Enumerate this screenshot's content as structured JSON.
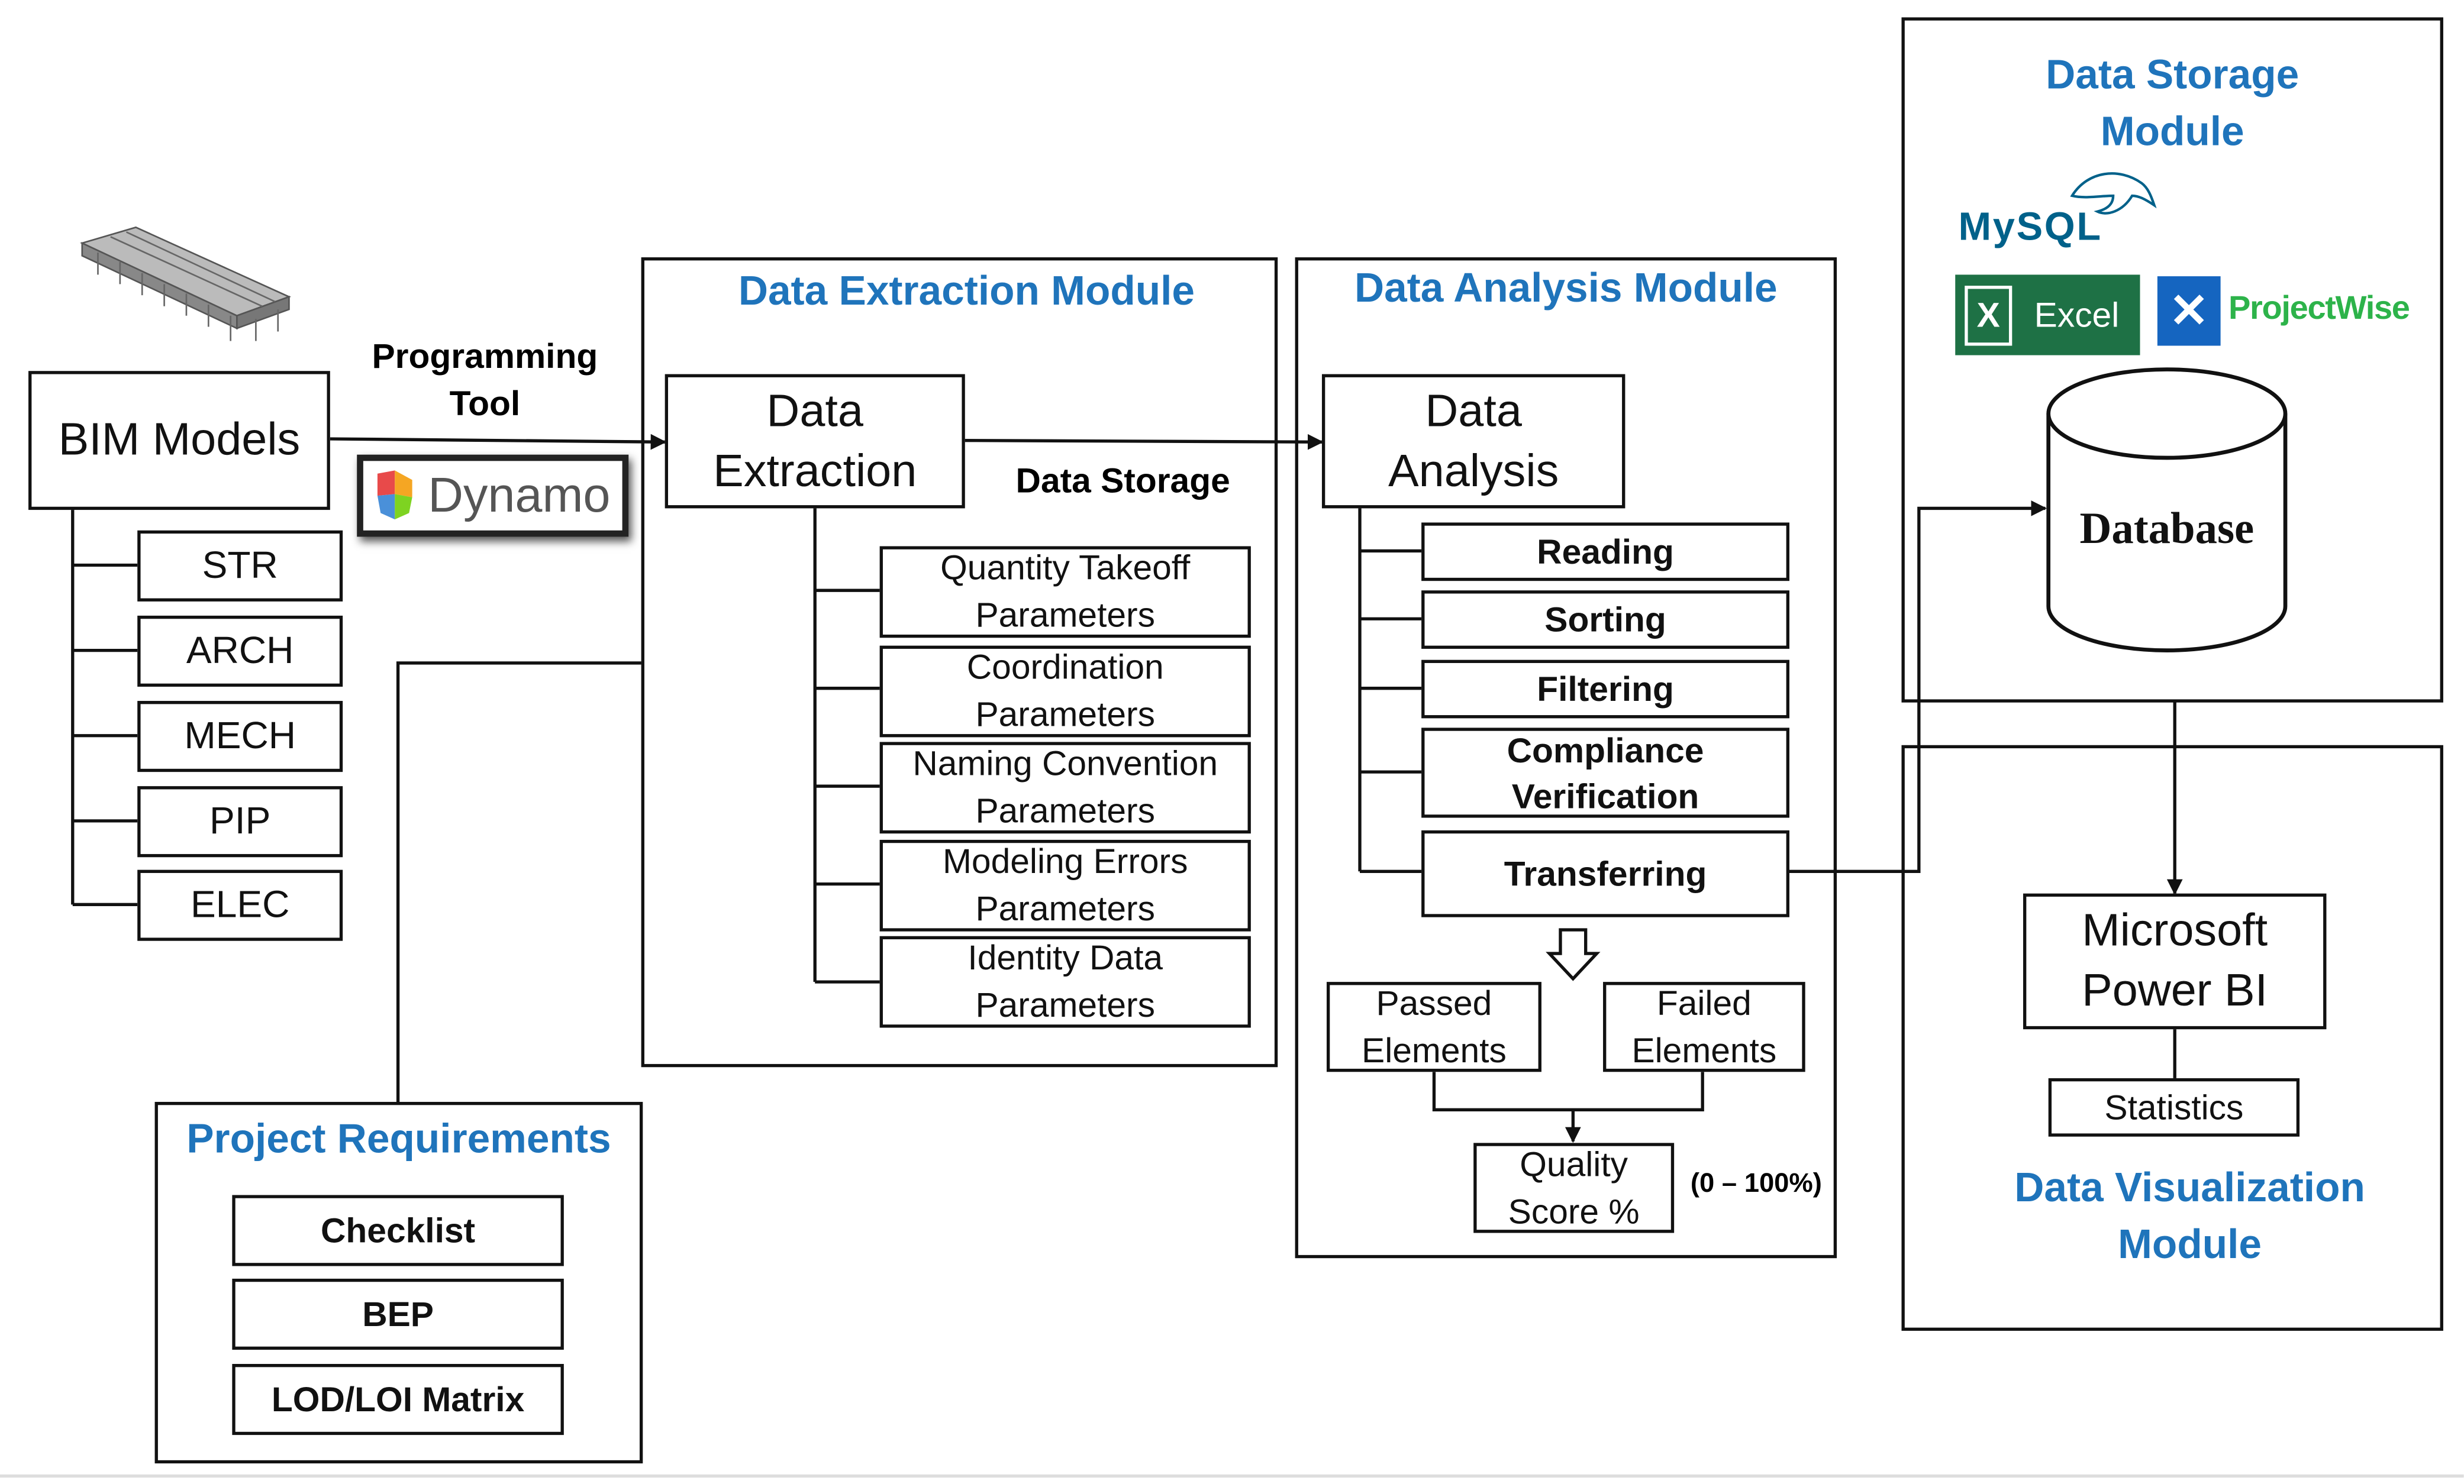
{
  "inputs": {
    "bim_models": "BIM Models",
    "disciplines": [
      "STR",
      "ARCH",
      "MECH",
      "PIP",
      "ELEC"
    ],
    "programming_tool_line1": "Programming",
    "programming_tool_line2": "Tool",
    "dynamo": "Dynamo"
  },
  "project_requirements": {
    "title": "Project Requirements",
    "items": [
      "Checklist",
      "BEP",
      "LOD/LOI Matrix"
    ]
  },
  "extraction": {
    "title": "Data Extraction Module",
    "main_line1": "Data",
    "main_line2": "Extraction",
    "storage_label": "Data Storage",
    "params": [
      {
        "l1": "Quantity Takeoff",
        "l2": "Parameters"
      },
      {
        "l1": "Coordination",
        "l2": "Parameters"
      },
      {
        "l1": "Naming Convention",
        "l2": "Parameters"
      },
      {
        "l1": "Modeling Errors",
        "l2": "Parameters"
      },
      {
        "l1": "Identity Data",
        "l2": "Parameters"
      }
    ]
  },
  "analysis": {
    "title": "Data Analysis Module",
    "main_line1": "Data",
    "main_line2": "Analysis",
    "steps": {
      "reading": "Reading",
      "sorting": "Sorting",
      "filtering": "Filtering",
      "compliance_line1": "Compliance",
      "compliance_line2": "Verification",
      "transferring": "Transferring"
    },
    "passed_line1": "Passed",
    "passed_line2": "Elements",
    "failed_line1": "Failed",
    "failed_line2": "Elements",
    "quality_line1": "Quality",
    "quality_line2": "Score %",
    "range": "(0 – 100%)"
  },
  "storage": {
    "title_line1": "Data Storage",
    "title_line2": "Module",
    "mysql": "MySQL",
    "excel": "Excel",
    "projectwise": "ProjectWise",
    "database": "Database"
  },
  "visualization": {
    "main_line1": "Microsoft",
    "main_line2": "Power BI",
    "statistics": "Statistics",
    "title_line1": "Data Visualization",
    "title_line2": "Module"
  },
  "colors": {
    "title_blue": "#1f74bb",
    "excel_green": "#1e7145",
    "projectwise_blue": "#1565c0",
    "projectwise_green": "#2db34a",
    "mysql_blue": "#00618a",
    "mysql_orange": "#e48e00"
  }
}
